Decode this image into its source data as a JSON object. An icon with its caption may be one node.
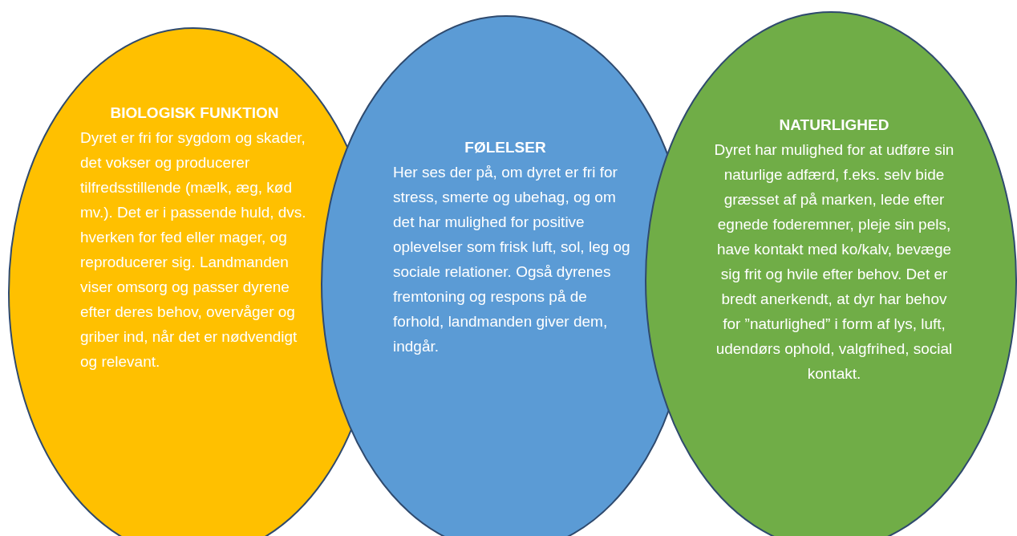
{
  "diagram": {
    "nodes": [
      {
        "text": [
          "BIOLOGISK FUNKTION",
          "Dyret er fri for sygdom og skader, det vokser og producerer tilfredsstillende (mælk, æg, kød mv.). Det er i passende huld, dvs. hverken for fed eller mager, og reproducerer sig. Landmanden viser omsorg og passer dyrene efter deres behov, overvåger og griber ind, når det er nødvendigt og relevant."
        ]
      },
      {
        "text": [
          "FØLELSER",
          "Her ses der på, om dyret er fri for stress, smerte og ubehag, og om det har mulighed for positive oplevelser som frisk luft, sol, leg og sociale relationer. Også dyrenes fremtoning og respons på de forhold, landmanden giver dem, indgår."
        ]
      },
      {
        "text": [
          "NATURLIGHED",
          "Dyret har mulighed for at udføre sin naturlige adfærd, f.eks. selv bide græsset af på marken, lede efter egnede foderemner, pleje sin pels, have kontakt med ko/kalv, bevæge sig frit og hvile efter behov. Det er bredt anerkendt, at dyr har behov for ”naturlighed” i form af lys, luft, udendørs ophold, valgfrihed, social kontakt."
        ]
      }
    ]
  }
}
